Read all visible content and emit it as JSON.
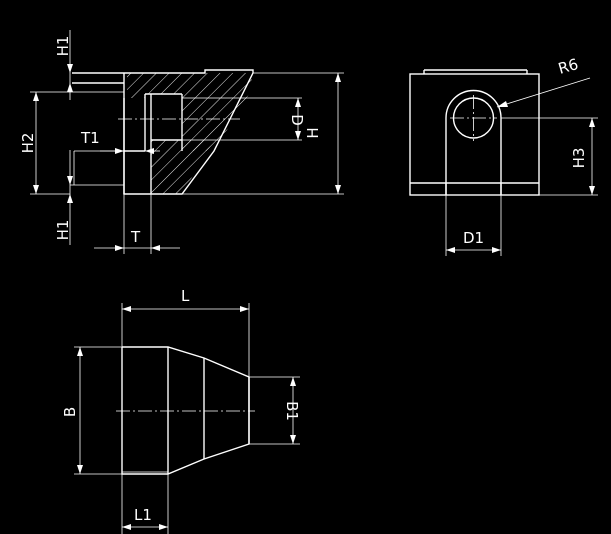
{
  "dimensions": {
    "h1_top": "H1",
    "h2": "H2",
    "t1": "T1",
    "h1_bottom": "H1",
    "t": "T",
    "d": "D",
    "h": "H",
    "r6": "R6",
    "h3": "H3",
    "d1": "D1",
    "l": "L",
    "b": "B",
    "b1": "B1",
    "l1": "L1"
  }
}
